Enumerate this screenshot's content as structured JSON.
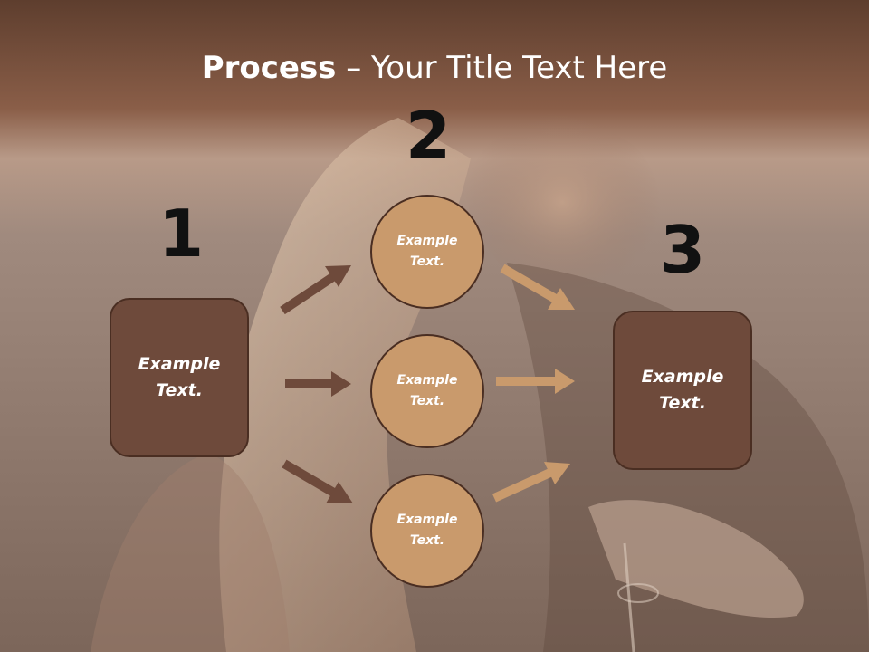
{
  "title": {
    "bold": "Process",
    "rest": " – Your Title Text Here"
  },
  "steps": [
    {
      "number": "1",
      "label": "Example\nText."
    },
    {
      "number": "2",
      "label": "Example\nText."
    },
    {
      "number": "3",
      "label": "Example\nText."
    }
  ],
  "circles": [
    {
      "label": "Example\nText."
    },
    {
      "label": "Example\nText."
    },
    {
      "label": "Example\nText."
    }
  ],
  "colors": {
    "box_fill": "#6e4a3b",
    "circle_fill": "#c99a6c",
    "arrow_dark": "#6e4a3b",
    "arrow_light": "#c99a6c"
  }
}
